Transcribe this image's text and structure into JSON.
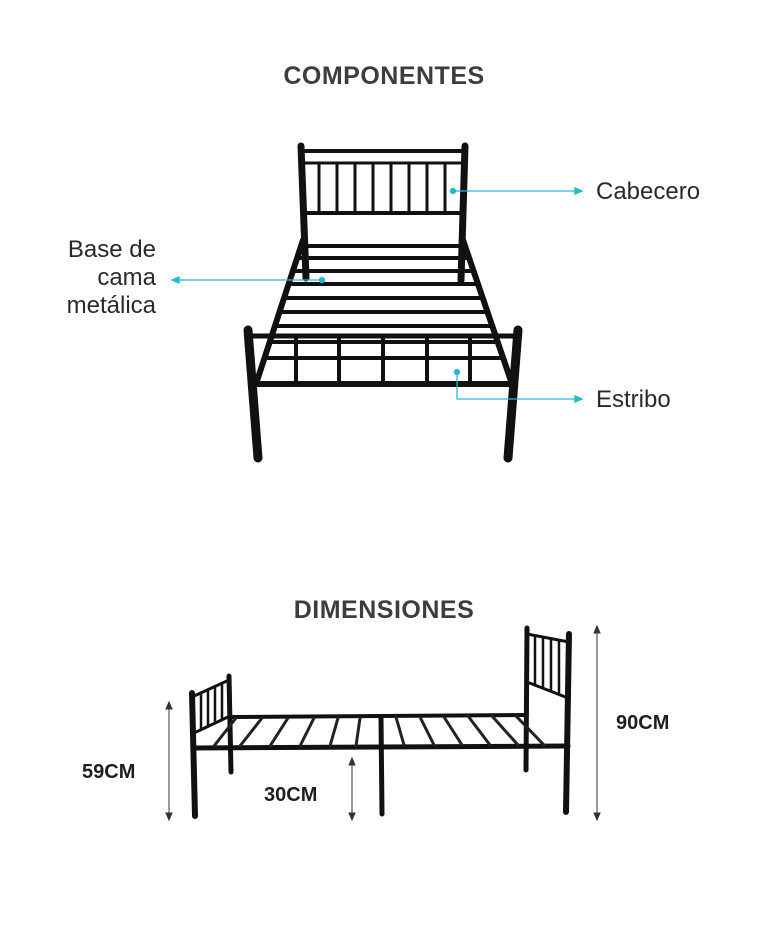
{
  "components": {
    "title": "COMPONENTES",
    "labels": {
      "headboard": "Cabecero",
      "base_line1": "Base de",
      "base_line2": "cama",
      "base_line3": "metálica",
      "footboard": "Estribo"
    }
  },
  "dimensions": {
    "title": "DIMENSIONES",
    "foot_height": "59CM",
    "clearance": "30CM",
    "head_height": "90CM"
  },
  "colors": {
    "callout": "#29b6d6",
    "frame": "#111111",
    "heading": "#3d3d3d"
  }
}
